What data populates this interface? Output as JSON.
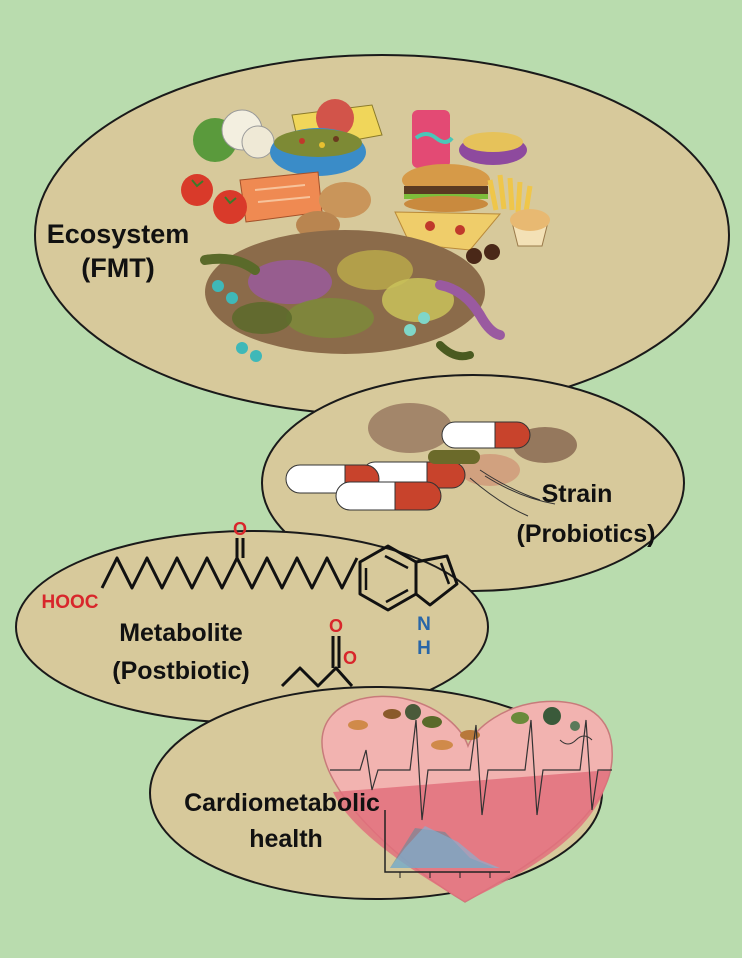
{
  "colors": {
    "background": "#b9dcae",
    "ellipse_fill": "#d7c99b",
    "ellipse_stroke": "#1a1a1a",
    "heteroatom_oxygen": "#d8262b",
    "heteroatom_nitrogen": "#2866a8",
    "heart_upper": "#f2b3b0",
    "heart_lower": "#e2707c"
  },
  "panels": [
    {
      "id": "ecosystem",
      "line1": "Ecosystem",
      "line2": "(FMT)",
      "illustration": "diet-and-gut-microbiota-icon"
    },
    {
      "id": "strain",
      "line1": "Strain",
      "line2": "(Probiotics)",
      "illustration": "probiotic-capsules-icon"
    },
    {
      "id": "metabolite",
      "line1": "Metabolite",
      "line2": "(Postbiotic)",
      "illustration": "chemical-structures"
    },
    {
      "id": "cardio",
      "line1": "Cardiometabolic",
      "line2": "health",
      "illustration": "heart-with-microbes-icon"
    }
  ],
  "chemistry": {
    "fatty_acid_head": "HOOC",
    "keto_oxygen": "O",
    "butyrate_oxygen_top": "O",
    "butyrate_oxygen_right": "O",
    "indole_n": "N",
    "indole_h": "H"
  }
}
